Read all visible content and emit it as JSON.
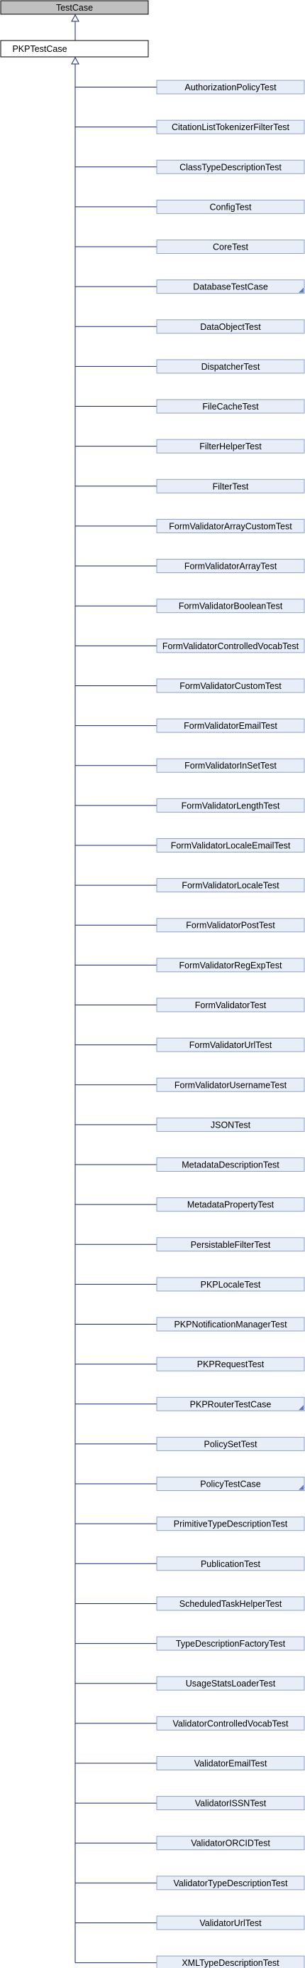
{
  "diagram": {
    "root": {
      "label": "TestCase",
      "fill": "#c0c0c0",
      "border": "#000000"
    },
    "base": {
      "label": "PKPTestCase",
      "fill": "#ffffff",
      "border": "#000000"
    },
    "child_style": {
      "fill": "#e8eef7",
      "border": "#8ea2c5"
    },
    "edge_color": "#1a237e",
    "children": [
      {
        "label": "AuthorizationPolicyTest",
        "has_children": false
      },
      {
        "label": "CitationListTokenizerFilterTest",
        "has_children": false
      },
      {
        "label": "ClassTypeDescriptionTest",
        "has_children": false
      },
      {
        "label": "ConfigTest",
        "has_children": false
      },
      {
        "label": "CoreTest",
        "has_children": false
      },
      {
        "label": "DatabaseTestCase",
        "has_children": true
      },
      {
        "label": "DataObjectTest",
        "has_children": false
      },
      {
        "label": "DispatcherTest",
        "has_children": false
      },
      {
        "label": "FileCacheTest",
        "has_children": false
      },
      {
        "label": "FilterHelperTest",
        "has_children": false
      },
      {
        "label": "FilterTest",
        "has_children": false
      },
      {
        "label": "FormValidatorArrayCustomTest",
        "has_children": false
      },
      {
        "label": "FormValidatorArrayTest",
        "has_children": false
      },
      {
        "label": "FormValidatorBooleanTest",
        "has_children": false
      },
      {
        "label": "FormValidatorControlledVocabTest",
        "has_children": false
      },
      {
        "label": "FormValidatorCustomTest",
        "has_children": false
      },
      {
        "label": "FormValidatorEmailTest",
        "has_children": false
      },
      {
        "label": "FormValidatorInSetTest",
        "has_children": false
      },
      {
        "label": "FormValidatorLengthTest",
        "has_children": false
      },
      {
        "label": "FormValidatorLocaleEmailTest",
        "has_children": false
      },
      {
        "label": "FormValidatorLocaleTest",
        "has_children": false
      },
      {
        "label": "FormValidatorPostTest",
        "has_children": false
      },
      {
        "label": "FormValidatorRegExpTest",
        "has_children": false
      },
      {
        "label": "FormValidatorTest",
        "has_children": false
      },
      {
        "label": "FormValidatorUrlTest",
        "has_children": false
      },
      {
        "label": "FormValidatorUsernameTest",
        "has_children": false
      },
      {
        "label": "JSONTest",
        "has_children": false
      },
      {
        "label": "MetadataDescriptionTest",
        "has_children": false
      },
      {
        "label": "MetadataPropertyTest",
        "has_children": false
      },
      {
        "label": "PersistableFilterTest",
        "has_children": false
      },
      {
        "label": "PKPLocaleTest",
        "has_children": false
      },
      {
        "label": "PKPNotificationManagerTest",
        "has_children": false
      },
      {
        "label": "PKPRequestTest",
        "has_children": false
      },
      {
        "label": "PKPRouterTestCase",
        "has_children": true
      },
      {
        "label": "PolicySetTest",
        "has_children": false
      },
      {
        "label": "PolicyTestCase",
        "has_children": true
      },
      {
        "label": "PrimitiveTypeDescriptionTest",
        "has_children": false
      },
      {
        "label": "PublicationTest",
        "has_children": false
      },
      {
        "label": "ScheduledTaskHelperTest",
        "has_children": false
      },
      {
        "label": "TypeDescriptionFactoryTest",
        "has_children": false
      },
      {
        "label": "UsageStatsLoaderTest",
        "has_children": false
      },
      {
        "label": "ValidatorControlledVocabTest",
        "has_children": false
      },
      {
        "label": "ValidatorEmailTest",
        "has_children": false
      },
      {
        "label": "ValidatorISSNTest",
        "has_children": false
      },
      {
        "label": "ValidatorORCIDTest",
        "has_children": false
      },
      {
        "label": "ValidatorTypeDescriptionTest",
        "has_children": false
      },
      {
        "label": "ValidatorUrlTest",
        "has_children": false
      },
      {
        "label": "XMLTypeDescriptionTest",
        "has_children": false
      }
    ]
  }
}
